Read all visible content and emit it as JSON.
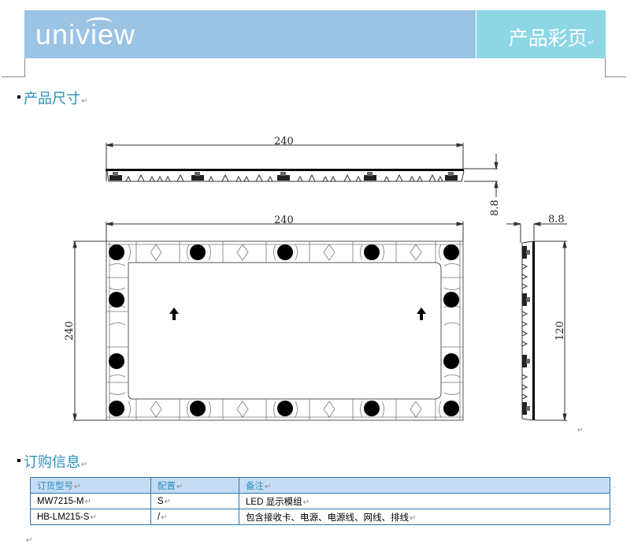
{
  "header": {
    "logo_text": "uniview",
    "title": "产品彩页",
    "banner_color": "#9ac3e4",
    "title_block_color": "#8dd6e6"
  },
  "sections": {
    "dimensions": {
      "title": "产品尺寸"
    },
    "ordering": {
      "title": "订购信息"
    }
  },
  "drawing": {
    "top_view": {
      "width_label": "240",
      "thickness_label": "8.8"
    },
    "front_view": {
      "width_label": "240",
      "height_label": "240"
    },
    "side_view": {
      "thickness_label": "8.8",
      "height_label": "120"
    }
  },
  "order_table": {
    "headers": [
      "订货型号",
      "配置",
      "备注"
    ],
    "rows": [
      [
        "MW7215-M",
        "S",
        "LED 显示模组"
      ],
      [
        "HB-LM215-S",
        "/",
        "包含接收卡、电源、电源线、网线、排线"
      ]
    ],
    "header_bg": "#c6dcf4",
    "border_color": "#2a78b4"
  },
  "marks": {
    "paragraph": "↵"
  }
}
